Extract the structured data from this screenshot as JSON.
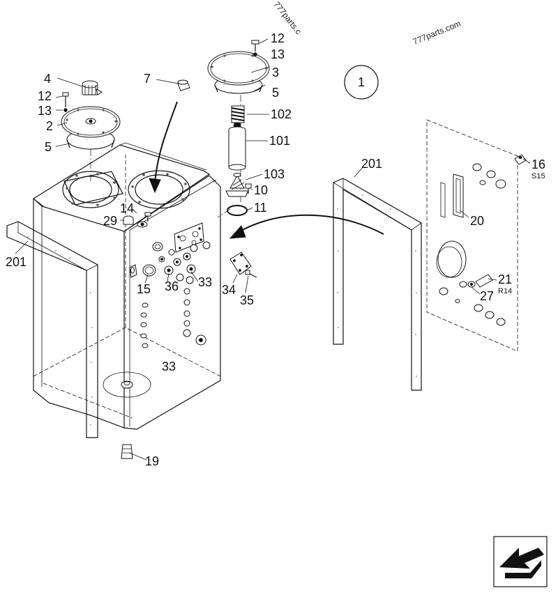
{
  "watermarks": [
    "777parts.c",
    "777parts.com"
  ],
  "callouts": {
    "c4": "4",
    "c7": "7",
    "c12a": "12",
    "c13a": "13",
    "c2": "2",
    "c5a": "5",
    "c12b": "12",
    "c13b": "13",
    "c3": "3",
    "c5b": "5",
    "c102": "102",
    "c101": "101",
    "c103": "103",
    "c10": "10",
    "c11": "11",
    "c14": "14",
    "c29": "29",
    "c201a": "201",
    "c201b": "201",
    "c15": "15",
    "c36": "36",
    "c33a": "33",
    "c34": "34",
    "c35": "35",
    "c33b": "33",
    "c19": "19",
    "c16": "16",
    "c16sub": "S15",
    "c20": "20",
    "c21": "21",
    "c21sub": "R14",
    "c27": "27"
  },
  "view_marker": "1"
}
